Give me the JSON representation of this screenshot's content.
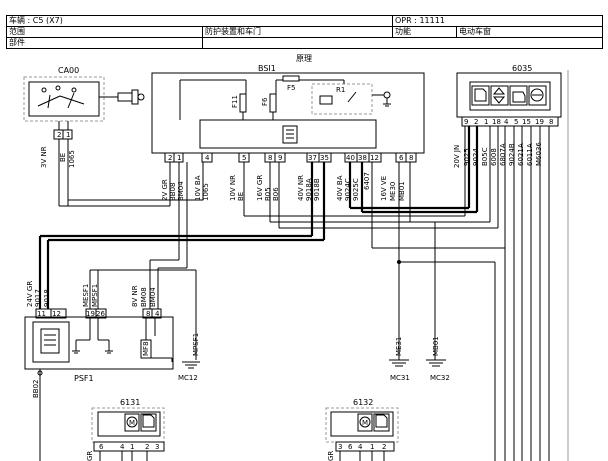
{
  "header": {
    "vehicle": "车辆 : C5 (X7)",
    "opr": "OPR : 11111",
    "scope_label": "范围",
    "scope_value": "防护装置和车门",
    "function_label": "功能",
    "function_value": "电动车窗",
    "part_label": "部件"
  },
  "diagram": {
    "title": "原理",
    "components": {
      "ca00": "CA00",
      "bsi": "BSI1",
      "c6035": "6035",
      "psf": "PSF1",
      "c6131": "6131",
      "c6132": "6132"
    },
    "internal": {
      "f11": "F11",
      "f6": "F6",
      "f5": "F5",
      "r1": "R1"
    },
    "ca00_wires": {
      "w1": "3V NR",
      "w2": "BE",
      "w3": "1065",
      "pin1": "2",
      "pin2": "1"
    },
    "bsi_wires": {
      "g1a": "2V GR",
      "g1b": "BB08",
      "g1c": "BM04",
      "g2a": "10V BA",
      "g2b": "1065",
      "g3a": "10V NR",
      "g3b": "BE",
      "g4a": "16V GR",
      "g4b": "B05",
      "g4c": "B06",
      "g5a": "40V NR",
      "g5b": "9018A",
      "g5c": "9018B",
      "g6a": "40V BA",
      "g6b": "9024C",
      "g6c": "9025C",
      "g7a": "6407",
      "g8a": "16V VE",
      "g8b": "ME30",
      "g8c": "MB01"
    },
    "bsi_pins": [
      "2",
      "1",
      "4",
      "5",
      "8",
      "9",
      "37",
      "35",
      "40",
      "38",
      "12",
      "6",
      "8"
    ],
    "c6035_wires": {
      "head": "20V JN",
      "labels": [
        "9025",
        "9024",
        "B05C",
        "6008",
        "6807A",
        "9024B",
        "6021A",
        "6011A",
        "M6036"
      ]
    },
    "c6035_pins": [
      "9",
      "2",
      "1",
      "18",
      "4",
      "5",
      "15",
      "19",
      "8"
    ],
    "psf_wires": {
      "g1a": "24V GR",
      "g1b": "9017",
      "g1c": "9018",
      "g2a": "MESF1",
      "g2b": "MPSF1",
      "g3a": "8V NR",
      "g3b": "BM08",
      "g3c": "BM04"
    },
    "psf_pins": [
      "11",
      "12",
      "19",
      "26",
      "8",
      "4"
    ],
    "psf_right": {
      "fuse": "MF8",
      "wire": "MPSF1"
    },
    "grounds": {
      "mc12": "MC12",
      "mc31": "MC31",
      "mc32": "MC32",
      "bb02": "BB02",
      "me31": "ME31",
      "mb01": "MB01"
    },
    "bottom": {
      "left_pins": [
        "6",
        "4",
        "1",
        "2",
        "3"
      ],
      "right_pins": [
        "3",
        "6",
        "4",
        "1",
        "2"
      ],
      "left_wire": "GR",
      "right_wire": "GR"
    }
  }
}
